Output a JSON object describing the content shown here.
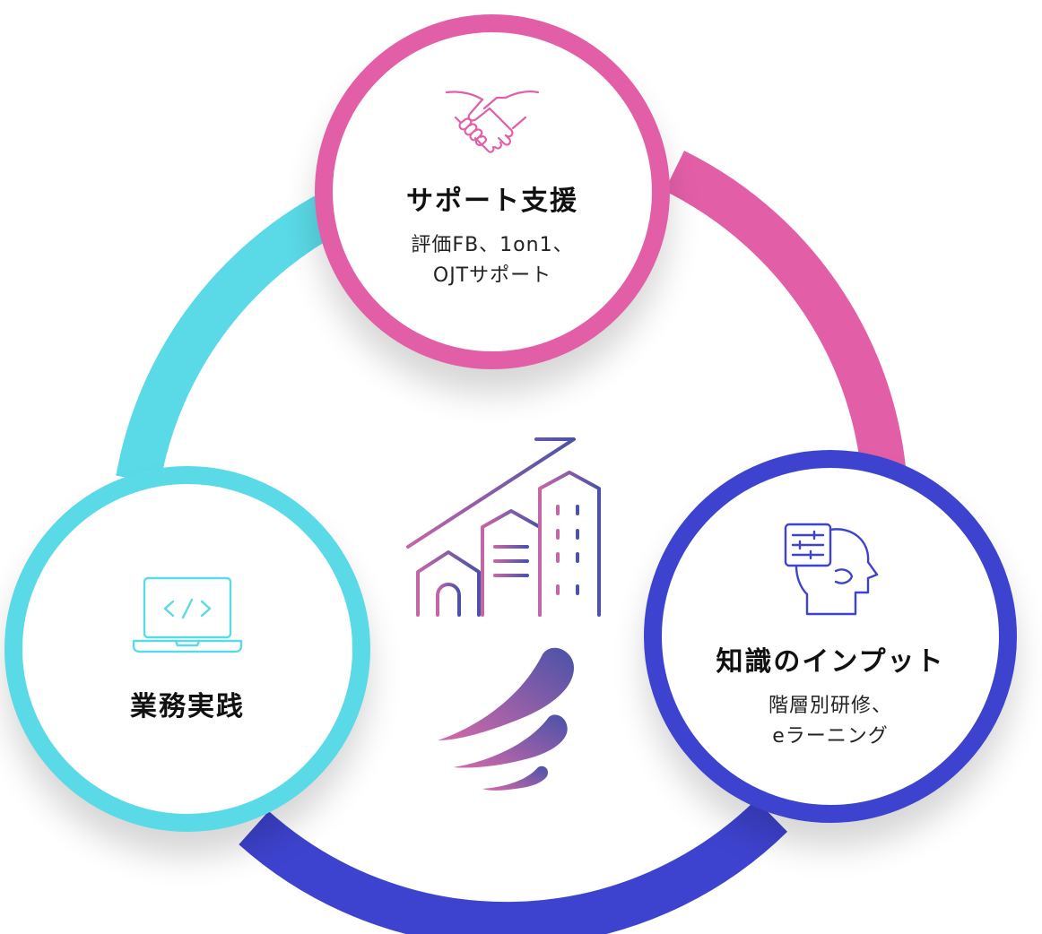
{
  "colors": {
    "support": "#e25fa8",
    "practice": "#5ad9e6",
    "knowledge": "#3e43cf",
    "gradient_start": "#c566a6",
    "gradient_end": "#4a52a8"
  },
  "cycle": {
    "support": {
      "icon": "handshake-icon",
      "title": "サポート支援",
      "desc_line1": "評価FB、1on1、",
      "desc_line2": "OJTサポート"
    },
    "practice": {
      "icon": "laptop-code-icon",
      "title": "業務実践"
    },
    "knowledge": {
      "icon": "head-settings-icon",
      "title": "知識のインプット",
      "desc_line1": "階層別研修、",
      "desc_line2": "eラーニング"
    }
  },
  "center": {
    "icons": [
      "growth-buildings-icon",
      "brand-logo-icon"
    ]
  }
}
